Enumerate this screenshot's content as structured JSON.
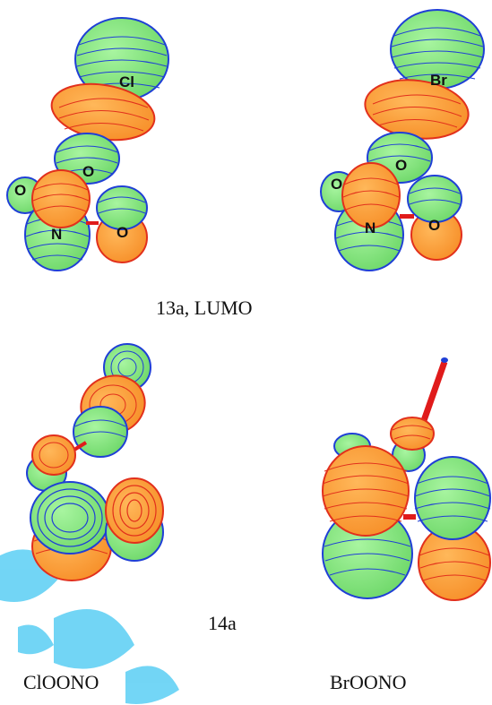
{
  "captions": {
    "row1": "13a, LUMO",
    "row2": "14a",
    "left_molecule": "ClOONO",
    "right_molecule": "BrOONO"
  },
  "atoms": {
    "cl": "Cl",
    "br": "Br",
    "o": "O",
    "n": "N"
  },
  "colors": {
    "positive_fill": "#8ee88a",
    "positive_line": "#1f3fd6",
    "negative_fill": "#f9a23e",
    "negative_line": "#e2301c",
    "bond": "#e01b1b",
    "watermark": "#00b4ee"
  }
}
